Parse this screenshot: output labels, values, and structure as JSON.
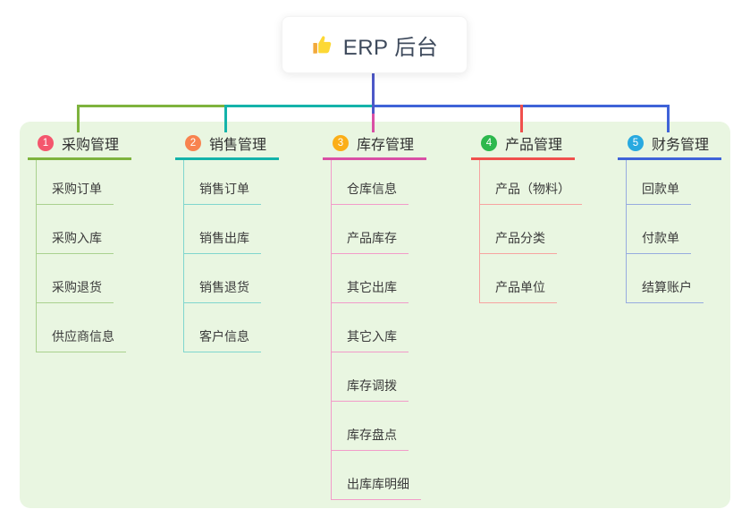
{
  "root": {
    "label": "ERP 后台",
    "icon": "thumbs-up-icon",
    "connector_color": "#4d58c8",
    "text_color": "#3e4a5c"
  },
  "panel": {
    "background": "#e9f6e1"
  },
  "branches": [
    {
      "index": "1",
      "label": "采购管理",
      "circle_color": "#f4566d",
      "line_color": "#7eb33e",
      "child_line_color": "#a9d18e",
      "children": [
        "采购订单",
        "采购入库",
        "采购退货",
        "供应商信息"
      ]
    },
    {
      "index": "2",
      "label": "销售管理",
      "circle_color": "#f8834f",
      "line_color": "#14b3aa",
      "child_line_color": "#7fd6ce",
      "children": [
        "销售订单",
        "销售出库",
        "销售退货",
        "客户信息"
      ]
    },
    {
      "index": "3",
      "label": "库存管理",
      "circle_color": "#fbae17",
      "line_color": "#d94fa5",
      "child_line_color": "#f29bc9",
      "children": [
        "仓库信息",
        "产品库存",
        "其它出库",
        "其它入库",
        "库存调拨",
        "库存盘点",
        "出库库明细"
      ]
    },
    {
      "index": "4",
      "label": "产品管理",
      "circle_color": "#2db84d",
      "line_color": "#f0504d",
      "child_line_color": "#f7a3a0",
      "children": [
        "产品（物料）",
        "产品分类",
        "产品单位"
      ]
    },
    {
      "index": "5",
      "label": "财务管理",
      "circle_color": "#28a9e0",
      "line_color": "#3f63d8",
      "child_line_color": "#97abdf",
      "children": [
        "回款单",
        "付款单",
        "结算账户"
      ]
    }
  ]
}
